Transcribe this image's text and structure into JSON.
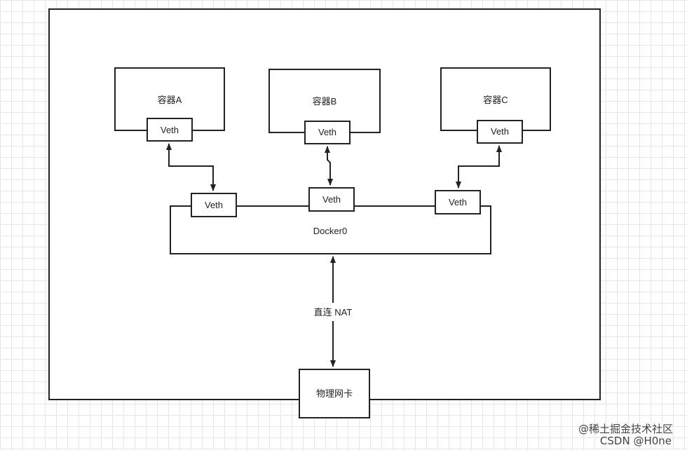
{
  "diagram": {
    "containers": [
      {
        "label": "容器A",
        "veth": "Veth",
        "bridge_veth": "Veth"
      },
      {
        "label": "容器B",
        "veth": "Veth",
        "bridge_veth": "Veth"
      },
      {
        "label": "容器C",
        "veth": "Veth",
        "bridge_veth": "Veth"
      }
    ],
    "bridge": {
      "label": "Docker0"
    },
    "uplink": {
      "label": "直连 NAT"
    },
    "nic": {
      "label": "物理网卡"
    }
  },
  "watermark": {
    "line1": "@稀土掘金技术社区",
    "line2": "CSDN @H0ne"
  }
}
